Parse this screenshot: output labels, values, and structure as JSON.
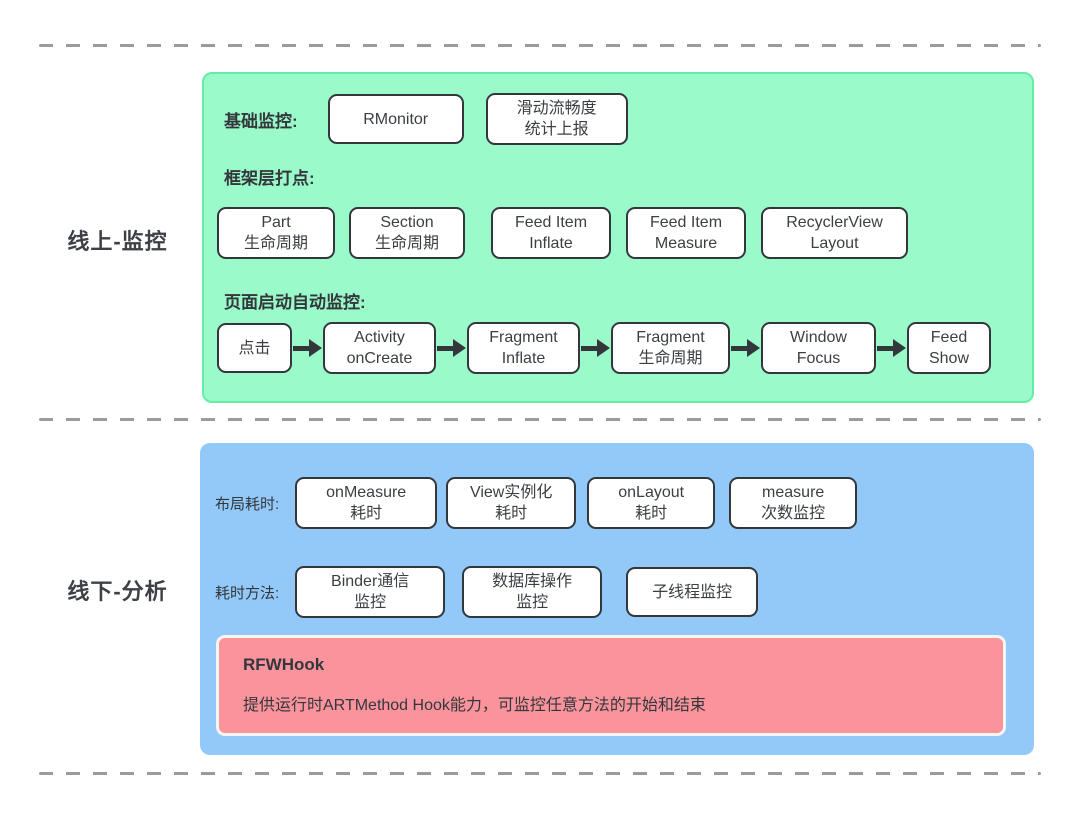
{
  "colors": {
    "online_panel_bg": "#9AFAC9",
    "online_panel_border": "#60EFA4",
    "offline_panel_bg": "#92C9F8",
    "hook_bg": "#FA939B",
    "hook_border": "#F6F5F1",
    "node_border": "#33373C",
    "text": "#3B3F44",
    "dash_line": "#9B9B9B"
  },
  "online": {
    "side_label": "线上-监控",
    "foundation": {
      "label": "基础监控:",
      "boxes": [
        {
          "lines": [
            "RMonitor"
          ]
        },
        {
          "lines": [
            "滑动流畅度",
            "统计上报"
          ]
        }
      ]
    },
    "framework": {
      "label": "框架层打点:",
      "boxes": [
        {
          "lines": [
            "Part",
            "生命周期"
          ]
        },
        {
          "lines": [
            "Section",
            "生命周期"
          ]
        },
        {
          "lines": [
            "Feed Item",
            "Inflate"
          ]
        },
        {
          "lines": [
            "Feed Item",
            "Measure"
          ]
        },
        {
          "lines": [
            "RecyclerView",
            "Layout"
          ]
        }
      ]
    },
    "launch": {
      "label": "页面启动自动监控:",
      "steps": [
        {
          "lines": [
            "点击"
          ]
        },
        {
          "lines": [
            "Activity",
            "onCreate"
          ]
        },
        {
          "lines": [
            "Fragment",
            "Inflate"
          ]
        },
        {
          "lines": [
            "Fragment",
            "生命周期"
          ]
        },
        {
          "lines": [
            "Window",
            "Focus"
          ]
        },
        {
          "lines": [
            "Feed",
            "Show"
          ]
        }
      ]
    }
  },
  "offline": {
    "side_label": "线下-分析",
    "layout_cost": {
      "label": "布局耗时:",
      "boxes": [
        {
          "lines": [
            "onMeasure",
            "耗时"
          ]
        },
        {
          "lines": [
            "View实例化",
            "耗时"
          ]
        },
        {
          "lines": [
            "onLayout",
            "耗时"
          ]
        },
        {
          "lines": [
            "measure",
            "次数监控"
          ]
        }
      ]
    },
    "method_cost": {
      "label": "耗时方法:",
      "boxes": [
        {
          "lines": [
            "Binder通信",
            "监控"
          ]
        },
        {
          "lines": [
            "数据库操作",
            "监控"
          ]
        },
        {
          "lines": [
            "子线程监控"
          ]
        }
      ]
    },
    "hook": {
      "title": "RFWHook",
      "description": "提供运行时ARTMethod Hook能力，可监控任意方法的开始和结束"
    }
  }
}
